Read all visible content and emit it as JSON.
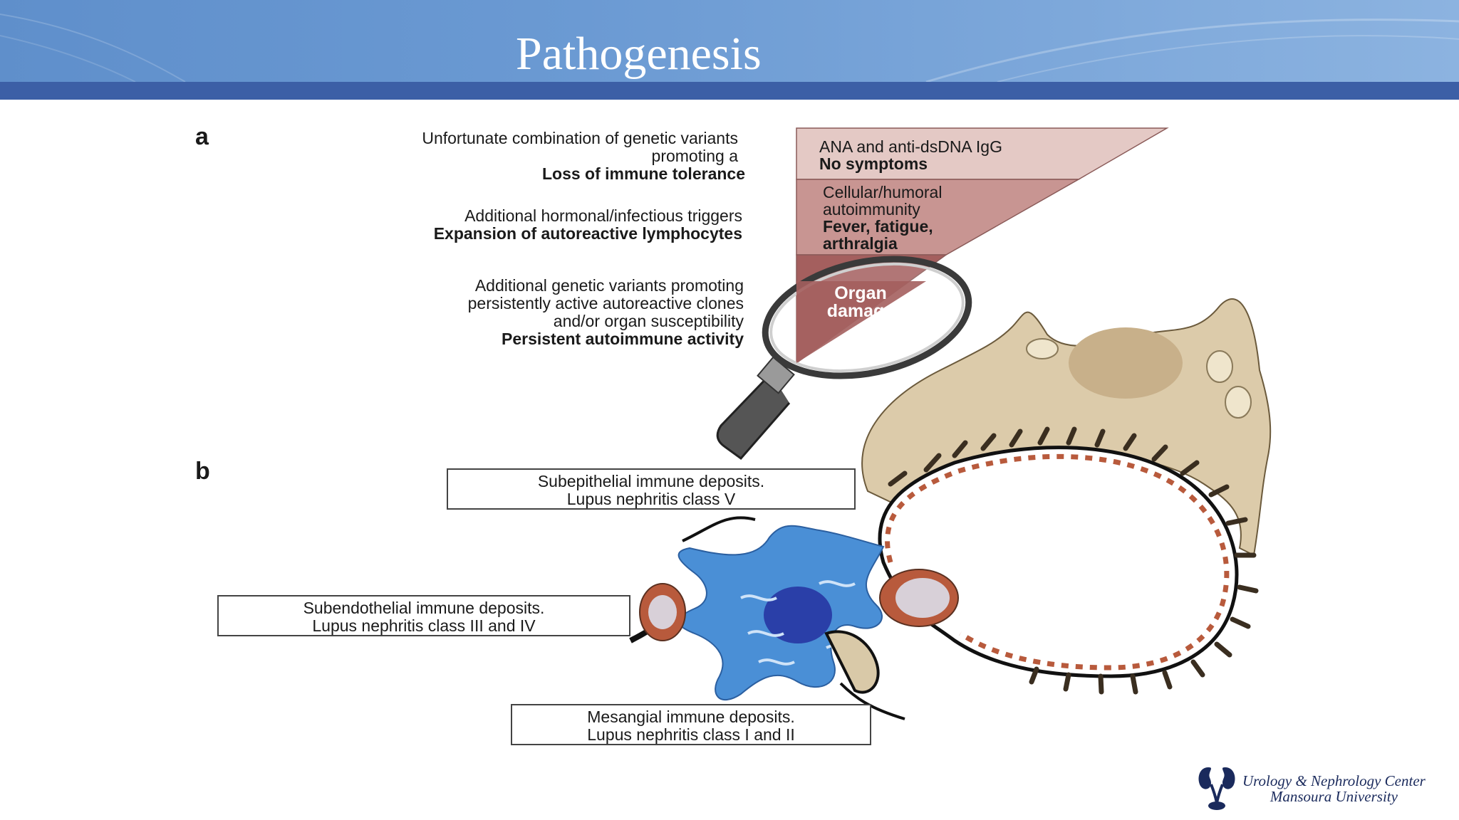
{
  "slide": {
    "title": "Pathogenesis"
  },
  "panel_a": {
    "label": "a",
    "steps": [
      {
        "lines": [
          "Unfortunate combination of genetic variants",
          "promoting a"
        ],
        "bold": "Loss of immune tolerance"
      },
      {
        "lines": [
          "Additional hormonal/infectious triggers"
        ],
        "bold": "Expansion of autoreactive lymphocytes"
      },
      {
        "lines": [
          "Additional genetic variants promoting",
          "persistently active autoreactive clones",
          "and/or organ susceptibility"
        ],
        "bold": "Persistent autoimmune activity"
      }
    ],
    "pyramid": [
      {
        "lines": [
          "ANA and anti-dsDNA IgG"
        ],
        "bold": [
          "No symptoms"
        ]
      },
      {
        "lines": [
          "Cellular/humoral",
          "autoimmunity"
        ],
        "bold": [
          "Fever, fatigue,",
          "arthralgia"
        ]
      },
      {
        "lines": [],
        "bold": [
          "Organ",
          "damage"
        ]
      }
    ]
  },
  "panel_b": {
    "label": "b",
    "deposits": [
      {
        "line1": "Subepithelial immune deposits.",
        "line2": "Lupus nephritis class V"
      },
      {
        "line1": "Subendothelial immune deposits.",
        "line2": "Lupus nephritis class III and IV"
      },
      {
        "line1": "Mesangial immune deposits.",
        "line2": "Lupus nephritis class I and II"
      }
    ]
  },
  "logo": {
    "line1": "Urology & Nephrology Center",
    "line2": "Mansoura  University"
  },
  "colors": {
    "header": "#6b9ad3",
    "band": "#3c5fa6",
    "pyramid_top": "#e2c7c3",
    "pyramid_mid": "#c79390",
    "pyramid_bottom": "#a46060",
    "tissue": "#d9c9a8",
    "cell": "#4a90d9"
  }
}
